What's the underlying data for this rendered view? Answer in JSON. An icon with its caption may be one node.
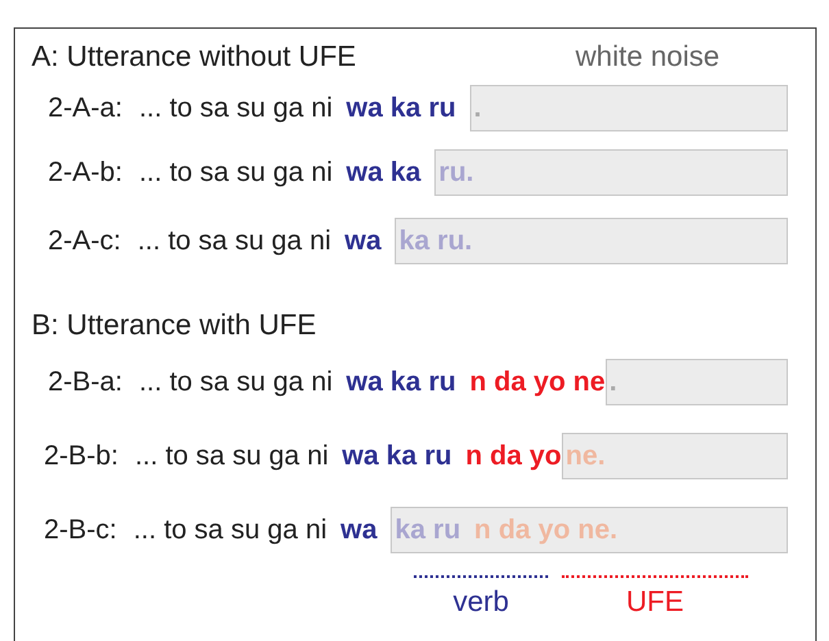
{
  "diagram": {
    "nodes": [
      {
        "text": [
          "."
        ]
      },
      {
        "text": [
          "ru."
        ]
      },
      {
        "text": [
          "ka ru."
        ]
      },
      {
        "text": [
          "."
        ]
      },
      {
        "text": [
          "ne."
        ]
      },
      {
        "text": [
          "ka ru",
          "n da yo ne."
        ]
      }
    ],
    "labels": [
      "A: Utterance without UFE",
      "white noise",
      "2-A-a:",
      "... to  sa su ga ni",
      "wa ka ru",
      "2-A-b:",
      "... to  sa su ga ni",
      "wa ka",
      "2-A-c:",
      "... to  sa su ga ni",
      "wa",
      "B: Utterance with UFE",
      "2-B-a:",
      "... to  sa su ga ni",
      "wa ka ru",
      "n da yo ne",
      "2-B-b:",
      "... to  sa su ga ni",
      "wa ka ru",
      "n da yo",
      "2-B-c:",
      "... to  sa su ga ni",
      "wa"
    ],
    "legend": [
      {
        "text": "verb"
      },
      {
        "text": "UFE"
      }
    ]
  }
}
